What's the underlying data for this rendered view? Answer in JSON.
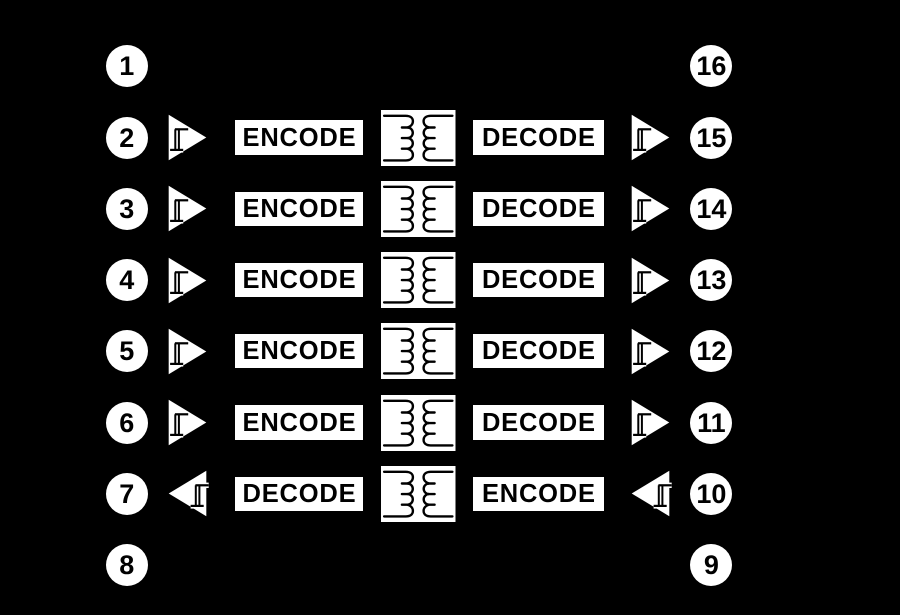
{
  "diagram": {
    "title": "isolator-functional-block-diagram",
    "colors": {
      "background": "#000000",
      "shapes": "#ffffff",
      "ink": "#000000"
    },
    "icons": {
      "buffer": "schmitt-trigger-buffer-icon",
      "isolation_barrier": "transformer-coils-icon"
    }
  },
  "rows": [
    {
      "left_pin": "1",
      "right_pin": "16",
      "channel": false
    },
    {
      "left_pin": "2",
      "right_pin": "15",
      "channel": true,
      "direction": "left-to-right",
      "left_block": "ENCODE",
      "right_block": "DECODE"
    },
    {
      "left_pin": "3",
      "right_pin": "14",
      "channel": true,
      "direction": "left-to-right",
      "left_block": "ENCODE",
      "right_block": "DECODE"
    },
    {
      "left_pin": "4",
      "right_pin": "13",
      "channel": true,
      "direction": "left-to-right",
      "left_block": "ENCODE",
      "right_block": "DECODE"
    },
    {
      "left_pin": "5",
      "right_pin": "12",
      "channel": true,
      "direction": "left-to-right",
      "left_block": "ENCODE",
      "right_block": "DECODE"
    },
    {
      "left_pin": "6",
      "right_pin": "11",
      "channel": true,
      "direction": "left-to-right",
      "left_block": "ENCODE",
      "right_block": "DECODE"
    },
    {
      "left_pin": "7",
      "right_pin": "10",
      "channel": true,
      "direction": "right-to-left",
      "left_block": "DECODE",
      "right_block": "ENCODE"
    },
    {
      "left_pin": "8",
      "right_pin": "9",
      "channel": false
    }
  ]
}
